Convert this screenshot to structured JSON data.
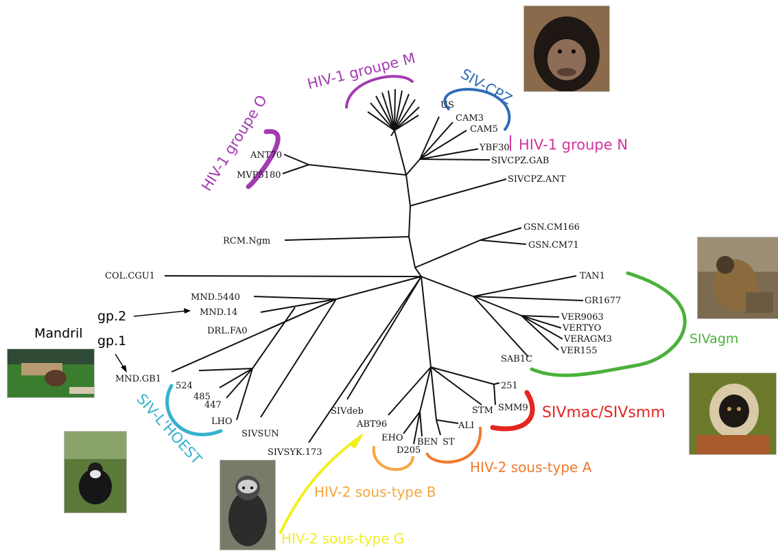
{
  "groups": {
    "hiv1_m": "HIV-1 groupe M",
    "siv_cpz": "SIV-CPZ",
    "hiv1_n": "HIV-1 groupe N",
    "hiv1_o": "HIV-1 groupe O",
    "siv_lhoest": "SIV-L'HOEST",
    "sivagm": "SIVagm",
    "sivmac": "SIVmac/SIVsmm",
    "hiv2_a": "HIV-2 sous-type A",
    "hiv2_b": "HIV-2 sous-type B",
    "hiv2_g": "HIV-2 sous-type G"
  },
  "mandril": {
    "title": "Mandril",
    "gp2": "gp.2",
    "gp1": "gp.1"
  },
  "leaves": {
    "us": "US",
    "cam3": "CAM3",
    "cam5": "CAM5",
    "ybf30": "YBF30",
    "sivcpz_gab": "SIVCPZ.GAB",
    "sivcpz_ant": "SIVCPZ.ANT",
    "ant70": "ANT70",
    "mvp5180": "MVP5180",
    "rcm": "RCM.Ngm",
    "col": "COL.CGU1",
    "gsn166": "GSN.CM166",
    "gsn71": "GSN.CM71",
    "tan1": "TAN1",
    "gr1677": "GR1677",
    "ver9063": "VER9063",
    "vertyo": "VERTYO",
    "veragm3": "VERAGM3",
    "ver155": "VER155",
    "sab1c": "SAB1C",
    "mnd5440": "MND.5440",
    "mnd14": "MND.14",
    "drl": "DRL.FA0",
    "mndgb1": "MND.GB1",
    "l524": "524",
    "l485": "485",
    "l447": "447",
    "lho": "LHO",
    "sivsun": "SIVSUN",
    "sivsyk": "SIVSYK.173",
    "sivdeb": "SIVdeb",
    "abt96": "ABT96",
    "eho": "EHO",
    "d205": "D205",
    "ben": "BEN",
    "st": "ST",
    "ali": "ALI",
    "stm": "STM",
    "smm9": "SMM9",
    "l251": "251"
  },
  "colors": {
    "magenta": "#a23bb0",
    "pink": "#d2339f",
    "blue": "#2f6cb8",
    "cyan": "#35b2cf",
    "green": "#4bb13b",
    "red": "#e5251f",
    "orange": "#f07a2c",
    "lightorange": "#f4a640",
    "yellow": "#f2ee1d"
  },
  "photos": [
    "chimpanzee-photo",
    "agm-photo",
    "sooty-mangabey-photo",
    "mandrill-photo",
    "lhoest-photo",
    "sykes-monkey-photo"
  ]
}
